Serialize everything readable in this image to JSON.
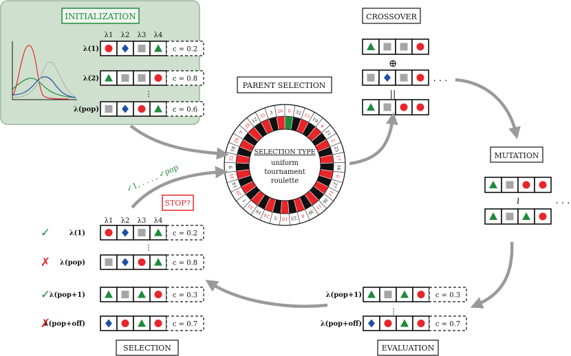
{
  "colors": {
    "red": "#e8262a",
    "green": "#1f8a3c",
    "blue": "#1f4fa5",
    "gray": "#a6a6a6",
    "panel": "#cfe0cf",
    "panel_border": "#9ab79a",
    "arrow": "#9a9a9a",
    "stop": "#e8262a"
  },
  "init": {
    "title": "INITIALIZATION",
    "lambda_headers": [
      "λ1",
      "λ2",
      "λ3",
      "λ4"
    ],
    "rows": [
      {
        "label": "λ(1)",
        "genes": [
          "red-circle",
          "blue-diamond",
          "gray-square",
          "green-triangle"
        ],
        "c": "c = 0.2"
      },
      {
        "label": "λ(2)",
        "genes": [
          "green-triangle",
          "gray-square",
          "gray-square",
          "red-circle"
        ],
        "c": "c = 0.8"
      },
      {
        "label": "λ(pop)",
        "genes": [
          "gray-square",
          "blue-diamond",
          "red-circle",
          "green-triangle"
        ],
        "c": "c = 0.6"
      }
    ]
  },
  "parent_selection": {
    "title": "PARENT SELECTION",
    "type_label": "SELECTION TYPE",
    "options": [
      "uniform",
      "tournament",
      "roulette"
    ],
    "wheel_numbers": [
      "0",
      "32",
      "15",
      "19",
      "4",
      "21",
      "2",
      "25",
      "17",
      "34",
      "6",
      "27",
      "13",
      "36",
      "11",
      "30",
      "8",
      "23",
      "10",
      "5",
      "24",
      "16",
      "33",
      "1",
      "20",
      "14",
      "31",
      "9",
      "22",
      "18",
      "29",
      "7",
      "28",
      "12",
      "35",
      "3",
      "26"
    ]
  },
  "crossover": {
    "title": "CROSSOVER",
    "rows": [
      [
        "green-triangle",
        "gray-square",
        "gray-square",
        "red-circle"
      ],
      [
        "gray-square",
        "blue-diamond",
        "gray-square",
        "red-circle"
      ],
      [
        "green-triangle",
        "gray-square",
        "red-circle",
        "red-circle"
      ]
    ],
    "plus_symbol": "⊕",
    "equals_symbol": "||",
    "ellipsis": ". . ."
  },
  "mutation": {
    "title": "MUTATION",
    "rows": [
      [
        "green-triangle",
        "gray-square",
        "red-circle",
        "red-circle"
      ],
      [
        "green-triangle",
        "gray-square",
        "green-triangle",
        "red-circle"
      ]
    ],
    "approx_symbol": "≀",
    "ellipsis": ". . ."
  },
  "evaluation": {
    "title": "EVALUATION",
    "rows": [
      {
        "label": "λ(pop+1)",
        "genes": [
          "green-triangle",
          "gray-square",
          "green-triangle",
          "red-circle"
        ],
        "c": "c = 0.3"
      },
      {
        "label": "λ(pop+off)",
        "genes": [
          "blue-diamond",
          "red-circle",
          "green-triangle",
          "red-circle"
        ],
        "c": "c = 0.7"
      }
    ]
  },
  "selection": {
    "title": "SELECTION",
    "stop_label": "STOP?",
    "check_label": "✓1, . . . , ✓pop",
    "lambda_headers": [
      "λ1",
      "λ2",
      "λ3",
      "λ4"
    ],
    "rows": [
      {
        "mark": "✓",
        "label": "λ(1)",
        "genes": [
          "red-circle",
          "blue-diamond",
          "gray-square",
          "green-triangle"
        ],
        "c": "c = 0.2"
      },
      {
        "mark": "✗",
        "label": "λ(pop)",
        "genes": [
          "gray-square",
          "blue-diamond",
          "red-circle",
          "green-triangle"
        ],
        "c": "c = 0.8"
      },
      {
        "mark": "✓",
        "label": "λ(pop+1)",
        "genes": [
          "green-triangle",
          "gray-square",
          "green-triangle",
          "red-circle"
        ],
        "c": "c = 0.3"
      },
      {
        "mark": "✗",
        "label": "λ(pop+off)",
        "genes": [
          "blue-diamond",
          "red-circle",
          "green-triangle",
          "red-circle"
        ],
        "c": "c = 0.7"
      }
    ]
  },
  "vdots": "⋮"
}
